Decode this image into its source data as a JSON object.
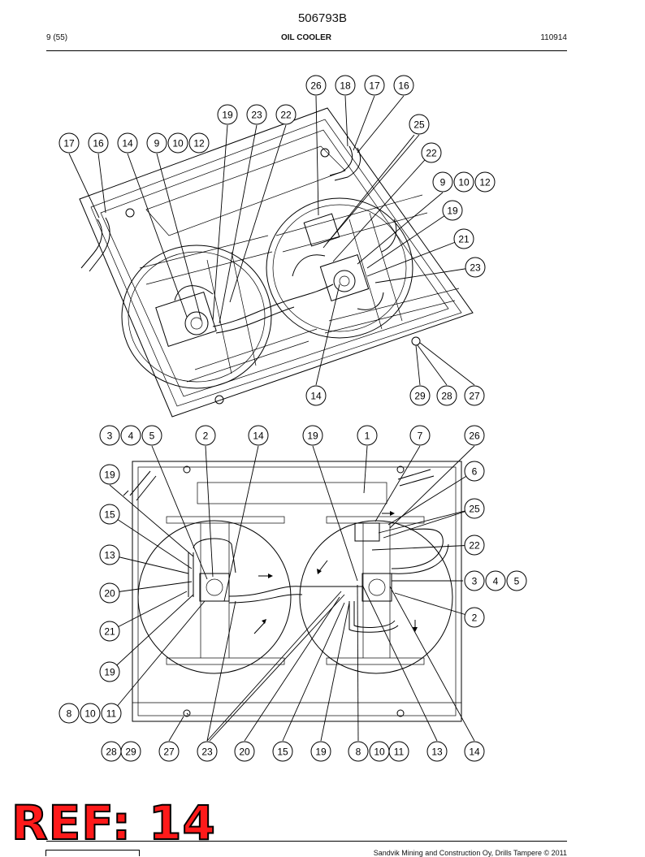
{
  "header": {
    "doc_number": "506793B",
    "page": "9 (55)",
    "title": "OIL COOLER",
    "date_code": "110914"
  },
  "footer": {
    "copyright": "Sandvik Mining and Construction Oy, Drills Tampere © 2011"
  },
  "reference": {
    "label": "REF: 14"
  },
  "callouts_top": [
    "26",
    "18",
    "17",
    "16",
    "19",
    "23",
    "22",
    "25",
    "17",
    "16",
    "14",
    "9",
    "10",
    "12",
    "22",
    "9",
    "10",
    "12",
    "19",
    "21",
    "23",
    "14",
    "29",
    "28",
    "27"
  ],
  "callouts_bottom": [
    "3",
    "4",
    "5",
    "2",
    "14",
    "19",
    "1",
    "7",
    "26",
    "19",
    "6",
    "15",
    "25",
    "13",
    "22",
    "20",
    "3",
    "4",
    "5",
    "21",
    "2",
    "19",
    "8",
    "10",
    "11",
    "28",
    "29",
    "27",
    "23",
    "20",
    "15",
    "19",
    "8",
    "10",
    "11",
    "13",
    "14"
  ]
}
